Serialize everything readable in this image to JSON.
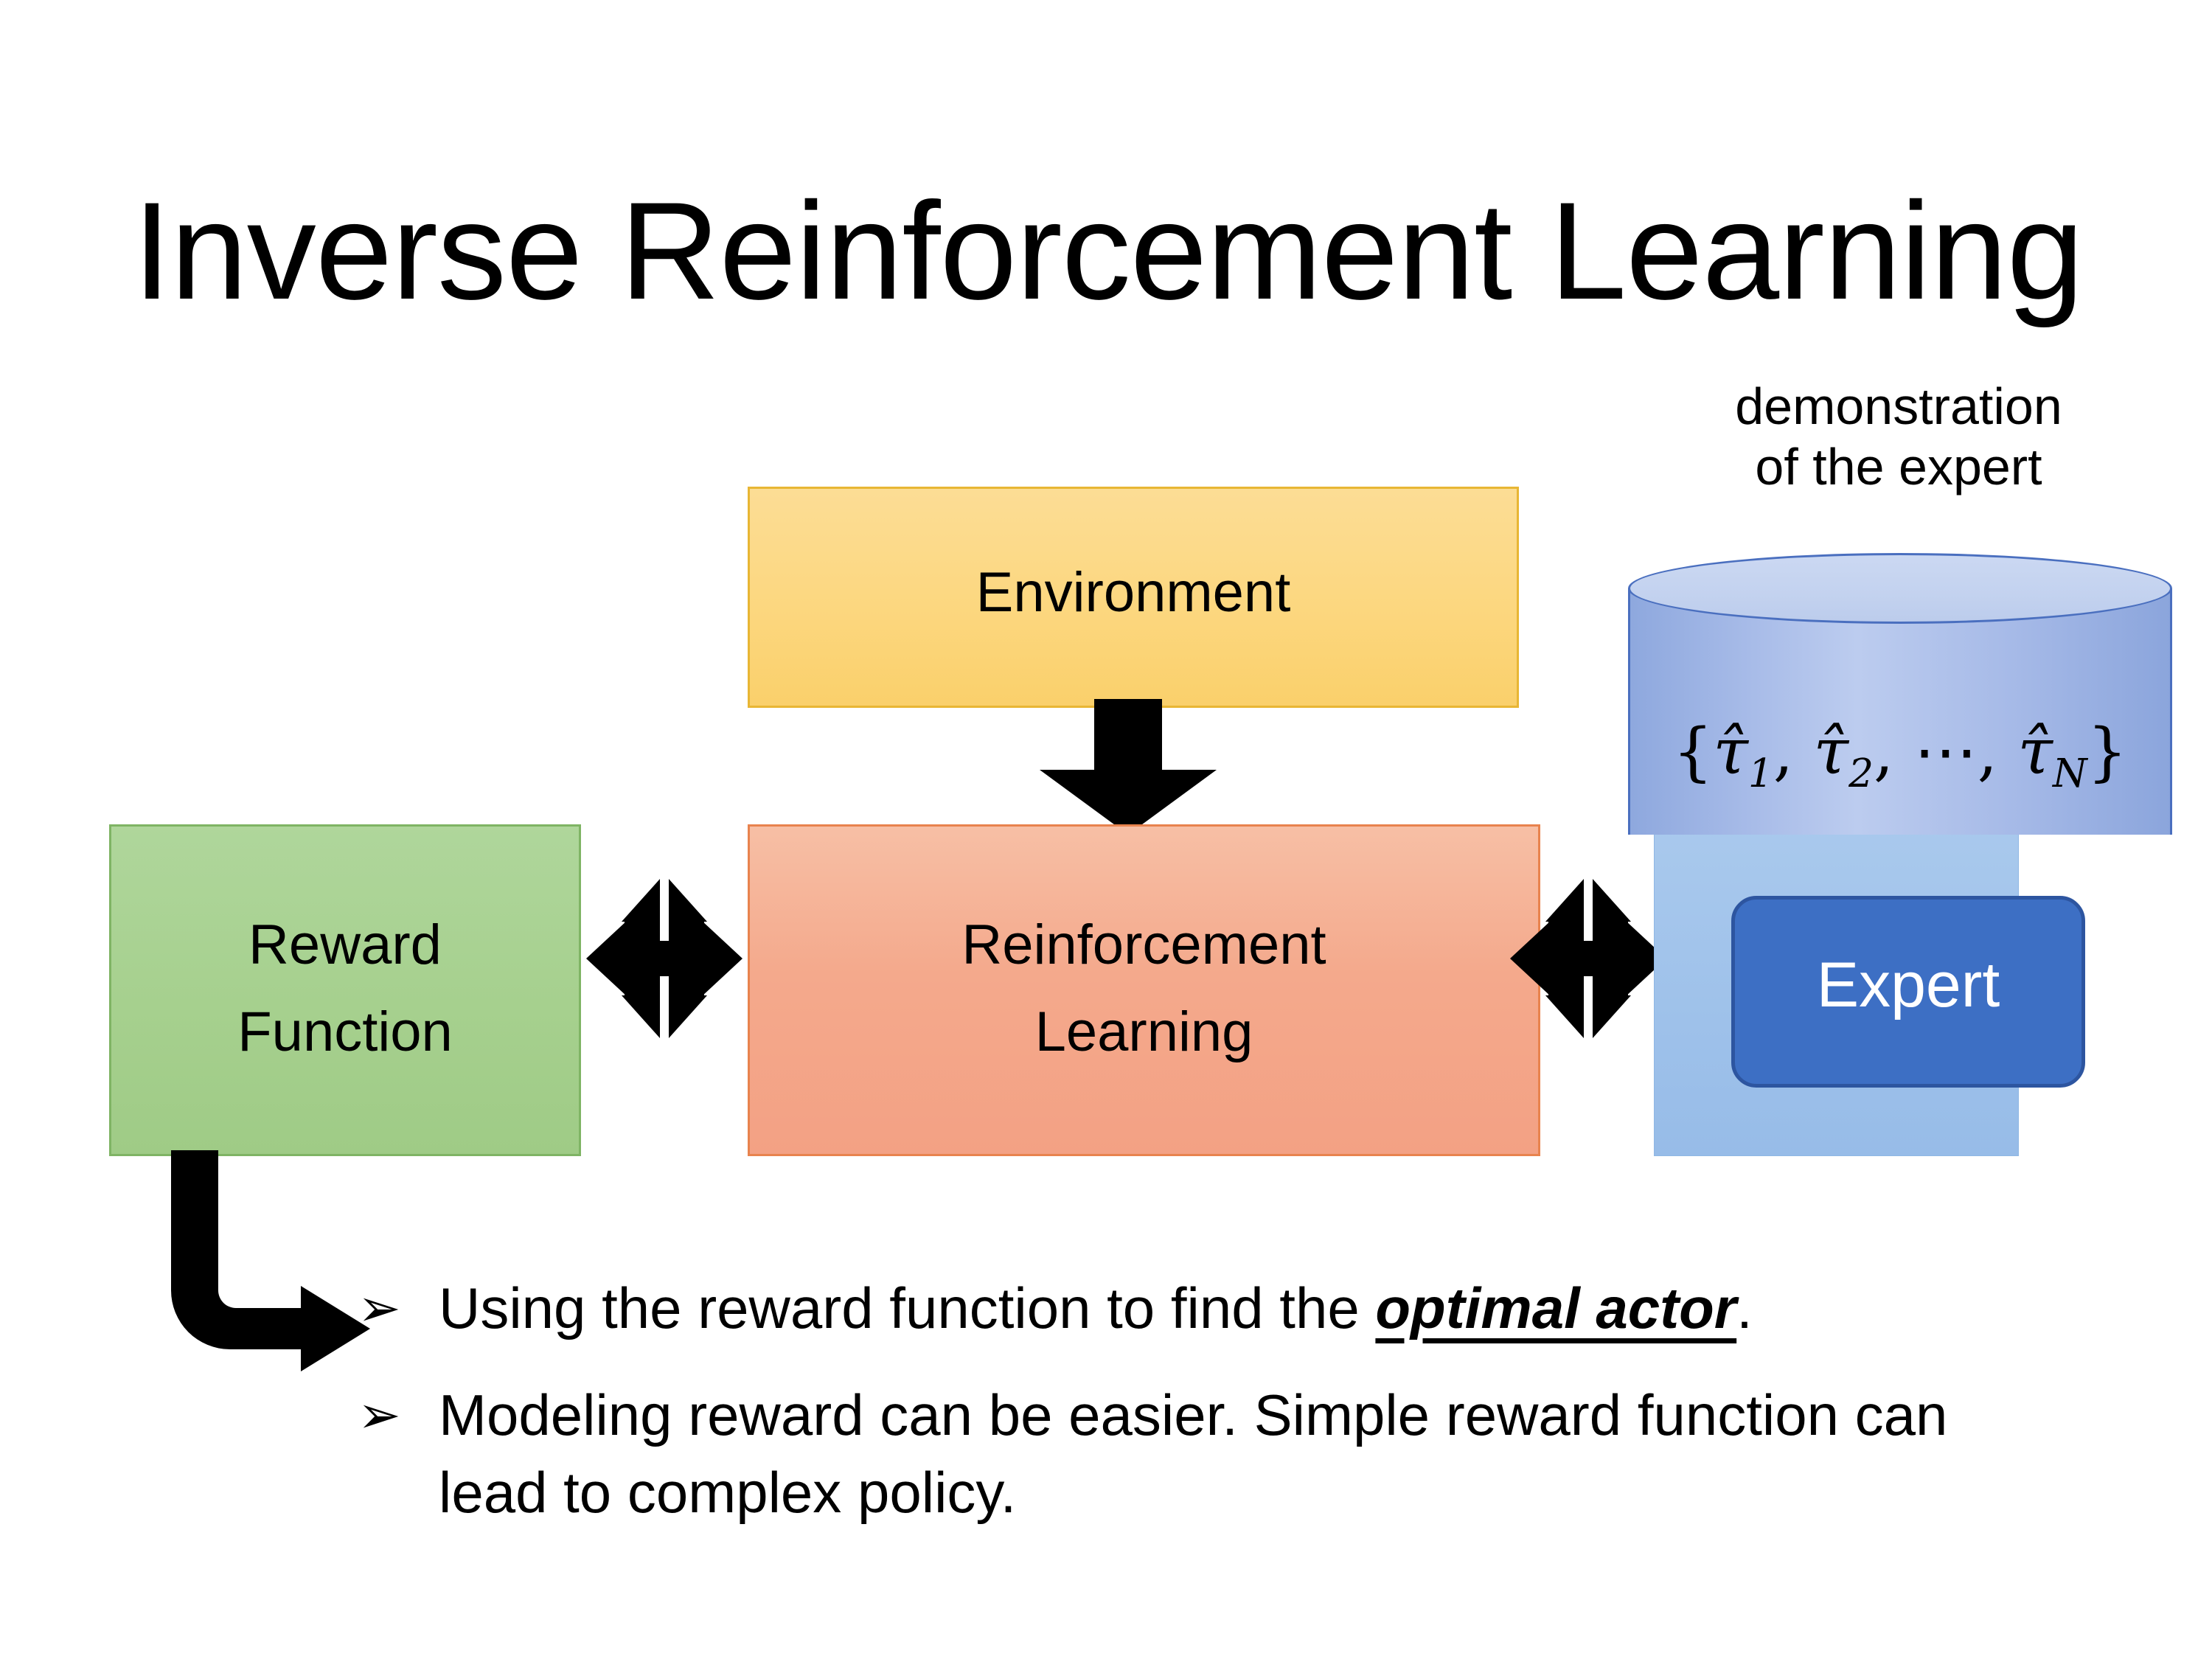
{
  "slide": {
    "title": "Inverse Reinforcement Learning",
    "background_color": "#FFFFFF"
  },
  "diagram": {
    "environment": {
      "label": "Environment",
      "fill_color": "#FCD77F",
      "border_color": "#E8B634"
    },
    "reinforcement_learning": {
      "label": "Reinforcement\nLearning",
      "fill_color": "#F4A98C",
      "border_color": "#E8834E"
    },
    "reward_function": {
      "label": "Reward\nFunction",
      "fill_color": "#A6D08E",
      "border_color": "#7FB464"
    },
    "expert": {
      "label": "Expert",
      "fill_color": "#3D6FC4",
      "border_color": "#2D55A0",
      "text_color": "#FFFFFF"
    },
    "expert_backdrop": {
      "fill_color": "#9EC1EA"
    },
    "demonstration": {
      "caption": "demonstration\nof the expert",
      "cylinder_fill_color": "#A7BBE8",
      "cylinder_border_color": "#4A6FBF",
      "formula": {
        "open_brace": "{",
        "tau_1": "τ̂",
        "sub_1": "1",
        "sep_1": ", ",
        "tau_2": "τ̂",
        "sub_2": "2",
        "sep_2": ", ",
        "ellipsis": "⋯",
        "sep_3": ", ",
        "tau_n": "τ̂",
        "sub_n": "N",
        "close_brace": "}",
        "plain_text": "{τ̂1, τ̂2, ⋯, τ̂N}"
      }
    },
    "arrows": {
      "environment_to_rl": "down-arrow",
      "reward_to_rl": "left-right-up-down-quad-arrow",
      "rl_to_expert": "left-right-up-down-quad-arrow",
      "reward_to_notes": "bent-elbow-arrow",
      "color": "#000000"
    }
  },
  "notes": {
    "bullet_marker": "➢",
    "items": [
      {
        "text_before": "Using the reward function to find the ",
        "emphasis": "optimal actor",
        "text_after": "."
      },
      {
        "text_before": "Modeling reward can be easier. Simple reward function can lead to complex policy.",
        "emphasis": "",
        "text_after": ""
      }
    ]
  }
}
